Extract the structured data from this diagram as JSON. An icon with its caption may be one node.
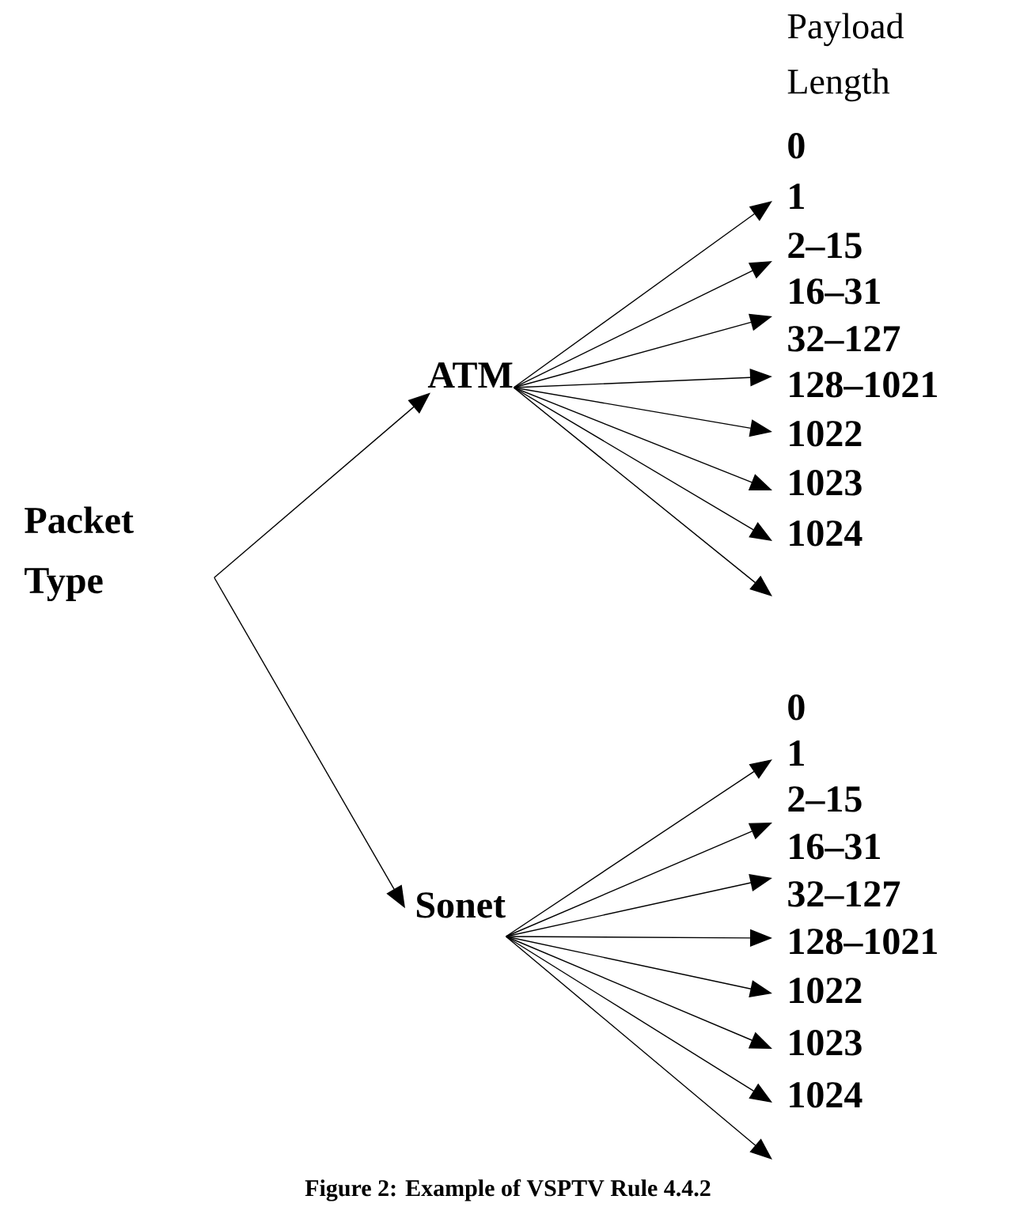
{
  "diagram": {
    "caption": "Figure 2: Example of VSPTV Rule 4.4.2",
    "nodes": [
      {
        "text": [
          "Packet Type"
        ]
      },
      {
        "text": [
          "ATM"
        ]
      },
      {
        "text": [
          "Sonet"
        ]
      }
    ],
    "edges": [
      {
        "from": 0,
        "to": 1,
        "arrow": "to"
      },
      {
        "from": 0,
        "to": 2,
        "arrow": "to"
      },
      {
        "from": 1,
        "to": null,
        "arrow": "to"
      },
      {
        "from": 1,
        "to": null,
        "arrow": "to"
      },
      {
        "from": 1,
        "to": null,
        "arrow": "to"
      },
      {
        "from": 1,
        "to": null,
        "arrow": "to"
      },
      {
        "from": 1,
        "to": null,
        "arrow": "to"
      },
      {
        "from": 1,
        "to": null,
        "arrow": "to"
      },
      {
        "from": 1,
        "to": null,
        "arrow": "to"
      },
      {
        "from": 1,
        "to": null,
        "arrow": "to"
      },
      {
        "from": 2,
        "to": null,
        "arrow": "to"
      },
      {
        "from": 2,
        "to": null,
        "arrow": "to"
      },
      {
        "from": 2,
        "to": null,
        "arrow": "to"
      },
      {
        "from": 2,
        "to": null,
        "arrow": "to"
      },
      {
        "from": 2,
        "to": null,
        "arrow": "to"
      },
      {
        "from": 2,
        "to": null,
        "arrow": "to"
      },
      {
        "from": 2,
        "to": null,
        "arrow": "to"
      },
      {
        "from": 2,
        "to": null,
        "arrow": "to"
      }
    ],
    "labels": [
      "Payload Length",
      "0",
      "1",
      "2–15",
      "16–31",
      "32–127",
      "128–1021",
      "1022",
      "1023",
      "1024",
      "0",
      "1",
      "2–15",
      "16–31",
      "32–127",
      "128–1021",
      "1022",
      "1023",
      "1024"
    ]
  }
}
